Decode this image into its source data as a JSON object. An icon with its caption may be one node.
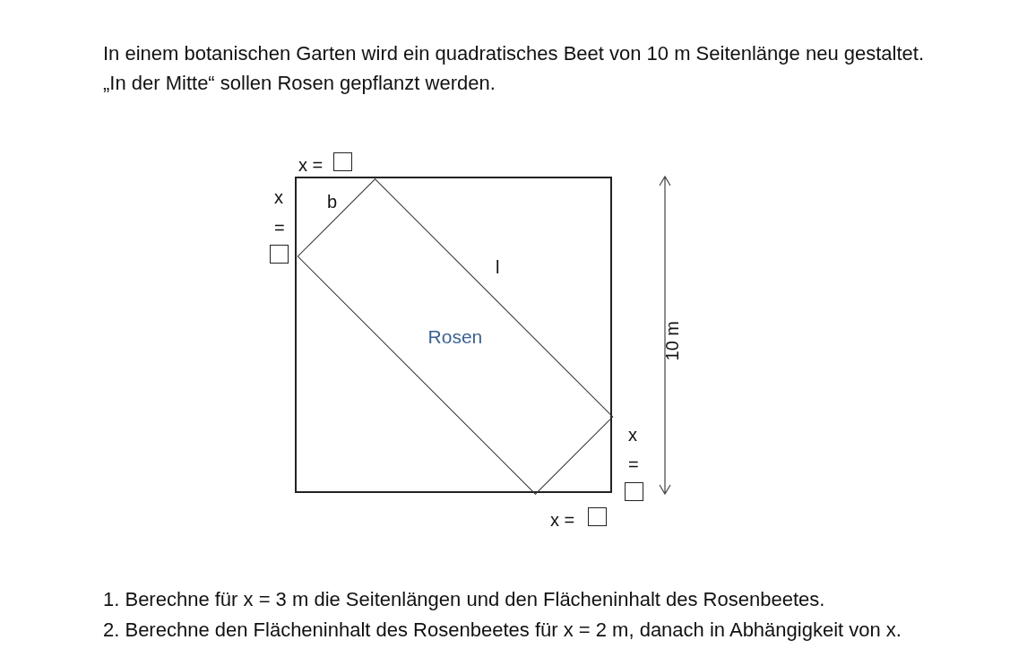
{
  "diagram": {
    "nodes": [
      {
        "text": [],
        "shape": "box"
      },
      {
        "text": [
          "Rosen"
        ],
        "in": 0
      }
    ],
    "edges": [],
    "labels": [
      "In einem botanischen Garten wird ein quadratisches Beet von 10 m Seitenlänge neu gestaltet. „In der Mitte“ sollen Rosen gepflanzt werden.",
      "x =",
      "x",
      "=",
      "b",
      "l",
      "10 m",
      "x",
      "=",
      "x =",
      "1. Berechne für x = 3 m die Seitenlängen und den Flächeninhalt des Rosenbeetes.",
      "2. Berechne den Flächeninhalt des Rosenbeetes für x = 2 m, danach in Abhängigkeit von x."
    ]
  }
}
